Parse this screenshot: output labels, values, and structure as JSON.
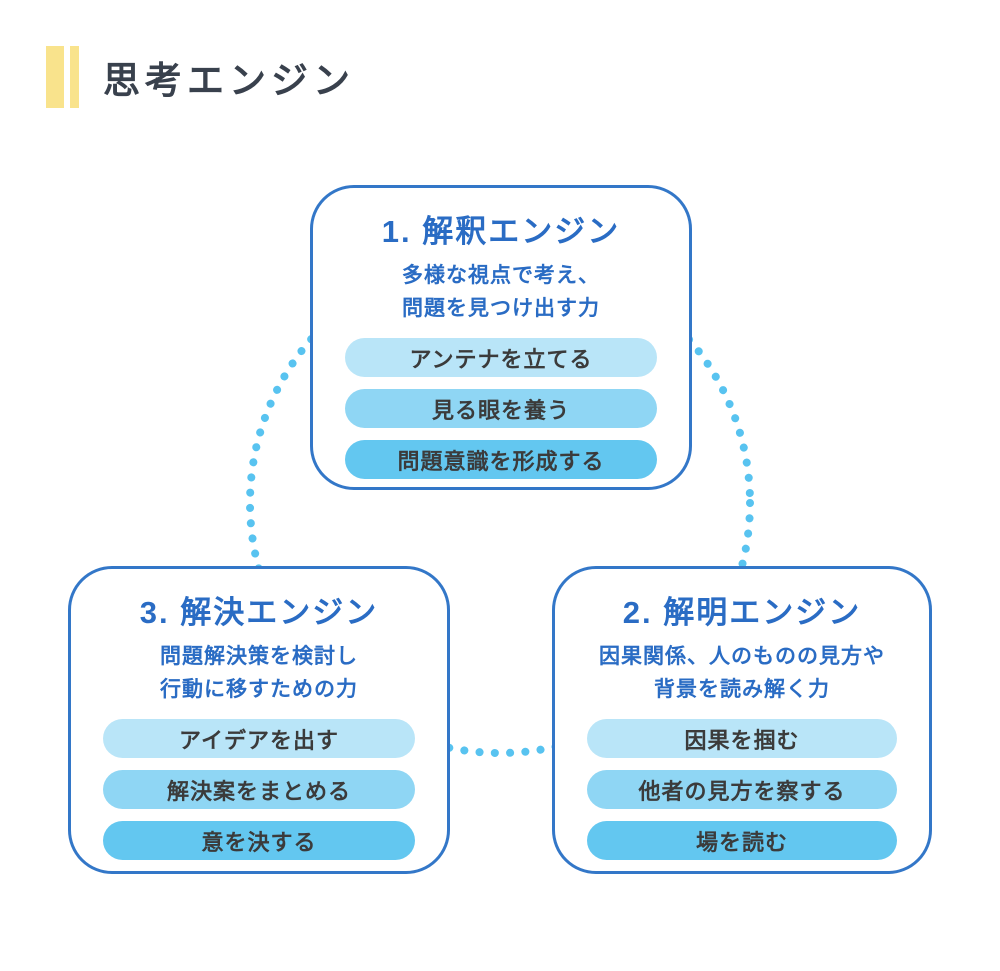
{
  "page": {
    "title": "思考エンジン"
  },
  "colors": {
    "accent_yellow": "#F9E38C",
    "outline_blue": "#3377C8",
    "heading_text": "#39414D",
    "blue_text": "#2A6CC4",
    "dot_blue": "#58C3F0",
    "pill_light": "#B9E5F8",
    "pill_medium": "#8FD6F4",
    "pill_dark": "#63C7F0",
    "pill_text": "#3B3B3B"
  },
  "boxes": [
    {
      "title": "1. 解釈エンジン",
      "description_lines": [
        "多様な視点で考え、",
        "問題を見つけ出す力"
      ],
      "items": [
        "アンテナを立てる",
        "見る眼を養う",
        "問題意識を形成する"
      ]
    },
    {
      "title": "2. 解明エンジン",
      "description_lines": [
        "因果関係、人のものの見方や",
        "背景を読み解く力"
      ],
      "items": [
        "因果を掴む",
        "他者の見方を察する",
        "場を読む"
      ]
    },
    {
      "title": "3. 解決エンジン",
      "description_lines": [
        "問題解決策を検討し",
        "行動に移すための力"
      ],
      "items": [
        "アイデアを出す",
        "解決案をまとめる",
        "意を決する"
      ]
    }
  ]
}
